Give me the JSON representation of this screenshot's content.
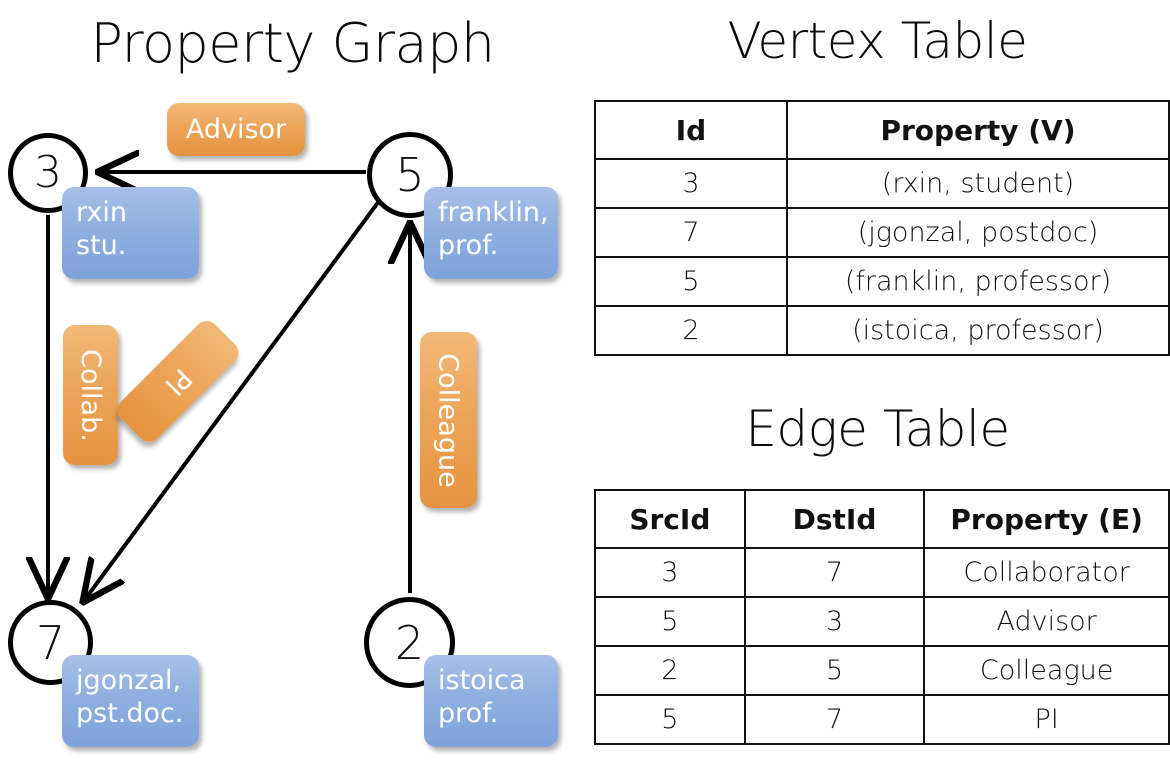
{
  "graph": {
    "title": "Property Graph",
    "nodes": [
      {
        "id": "3",
        "name": "node-3",
        "property_lines": [
          "rxin",
          "stu."
        ]
      },
      {
        "id": "5",
        "name": "node-5",
        "property_lines": [
          "franklin,",
          "prof."
        ]
      },
      {
        "id": "7",
        "name": "node-7",
        "property_lines": [
          "jgonzal,",
          "pst.doc."
        ]
      },
      {
        "id": "2",
        "name": "node-2",
        "property_lines": [
          "istoica",
          "prof."
        ]
      }
    ],
    "vertex_boxes": {
      "rxin_line1": "rxin",
      "rxin_line2": "stu.",
      "franklin_line1": "franklin,",
      "franklin_line2": "prof.",
      "jgonzal_line1": "jgonzal,",
      "jgonzal_line2": "pst.doc.",
      "istoica_line1": "istoica",
      "istoica_line2": "prof."
    },
    "edge_labels": {
      "advisor": "Advisor",
      "collab": "Collab.",
      "pi": "PI",
      "colleague": "Colleague"
    },
    "edges": [
      {
        "from": "5",
        "to": "3",
        "label": "Advisor"
      },
      {
        "from": "3",
        "to": "7",
        "label": "Collab."
      },
      {
        "from": "5",
        "to": "7",
        "label": "PI"
      },
      {
        "from": "2",
        "to": "5",
        "label": "Colleague"
      }
    ]
  },
  "vertex_table": {
    "title": "Vertex Table",
    "headers": [
      "Id",
      "Property (V)"
    ],
    "rows": [
      {
        "id": "3",
        "property": "(rxin, student)"
      },
      {
        "id": "7",
        "property": "(jgonzal, postdoc)"
      },
      {
        "id": "5",
        "property": "(franklin, professor)"
      },
      {
        "id": "2",
        "property": "(istoica, professor)"
      }
    ]
  },
  "edge_table": {
    "title": "Edge Table",
    "headers": [
      "SrcId",
      "DstId",
      "Property (E)"
    ],
    "rows": [
      {
        "src": "3",
        "dst": "7",
        "property": "Collaborator"
      },
      {
        "src": "5",
        "dst": "3",
        "property": "Advisor"
      },
      {
        "src": "2",
        "dst": "5",
        "property": "Colleague"
      },
      {
        "src": "5",
        "dst": "7",
        "property": "PI"
      }
    ]
  },
  "colors": {
    "vertex_property_fill": "#d5e0f2",
    "edge_property_fill": "#f6ddc2",
    "vertex_box": "#8fafe0",
    "edge_box": "#eda55a",
    "stroke": "#111111",
    "background": "#ffffff"
  }
}
